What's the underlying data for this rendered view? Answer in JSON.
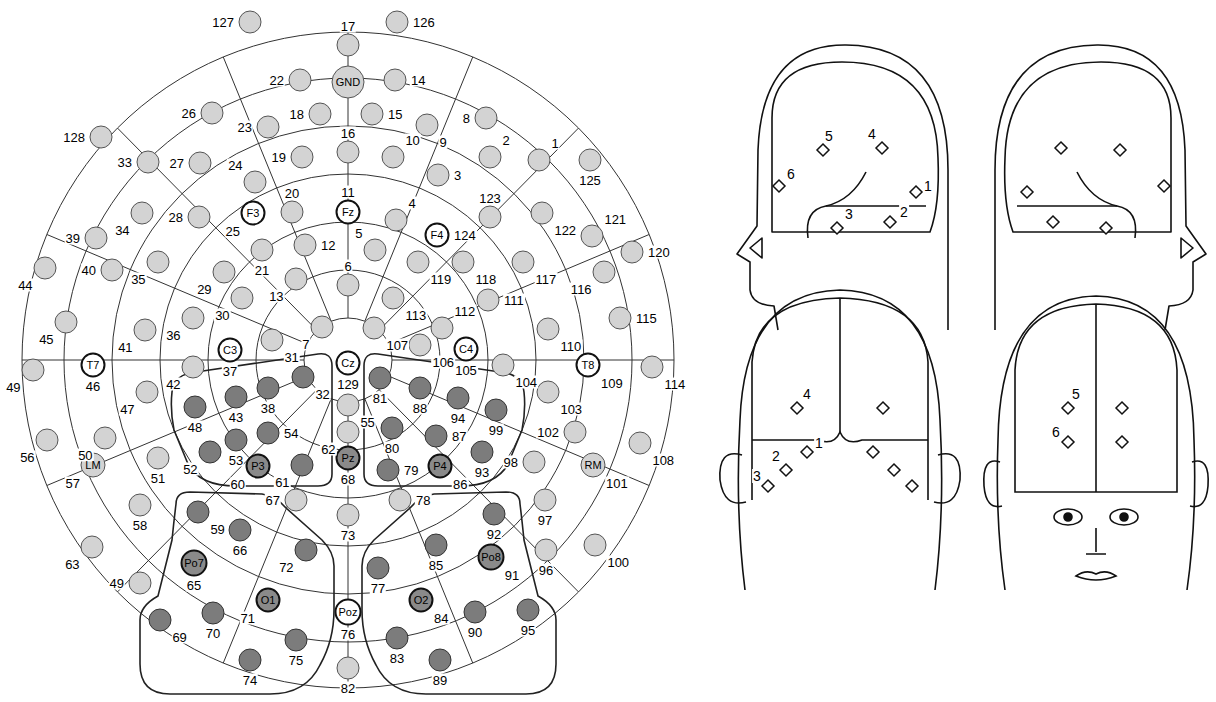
{
  "diagram": {
    "nodes": [
      {
        "text": [
          "127"
        ]
      },
      {
        "text": [
          "17"
        ]
      },
      {
        "text": [
          "126"
        ]
      },
      {
        "text": [
          "22"
        ]
      },
      {
        "text": [
          "GND"
        ]
      },
      {
        "text": [
          "14"
        ]
      },
      {
        "text": [
          "26"
        ]
      },
      {
        "text": [
          "18"
        ]
      },
      {
        "text": [
          "15"
        ]
      },
      {
        "text": [
          "8"
        ]
      },
      {
        "text": [
          "9"
        ]
      },
      {
        "text": [
          "23"
        ]
      },
      {
        "text": [
          "128"
        ]
      },
      {
        "text": [
          "16"
        ]
      },
      {
        "text": [
          "19"
        ]
      },
      {
        "text": [
          "10"
        ]
      },
      {
        "text": [
          "2"
        ]
      },
      {
        "text": [
          "1"
        ]
      },
      {
        "text": [
          "125"
        ]
      },
      {
        "text": [
          "33"
        ]
      },
      {
        "text": [
          "27"
        ]
      },
      {
        "text": [
          "3"
        ]
      },
      {
        "text": [
          "24"
        ]
      },
      {
        "text": [
          "11",
          "Fz"
        ]
      },
      {
        "text": [
          "20"
        ]
      },
      {
        "text": [
          "4"
        ]
      },
      {
        "text": [
          "25",
          "F3"
        ]
      },
      {
        "text": [
          "34"
        ]
      },
      {
        "text": [
          "28"
        ]
      },
      {
        "text": [
          "123"
        ]
      },
      {
        "text": [
          "122"
        ]
      },
      {
        "text": [
          "124",
          "F4"
        ]
      },
      {
        "text": [
          "121"
        ]
      },
      {
        "text": [
          "39"
        ]
      },
      {
        "text": [
          "12"
        ]
      },
      {
        "text": [
          "21"
        ]
      },
      {
        "text": [
          "5"
        ]
      },
      {
        "text": [
          "120"
        ]
      },
      {
        "text": [
          "119"
        ]
      },
      {
        "text": [
          "118"
        ]
      },
      {
        "text": [
          "117"
        ]
      },
      {
        "text": [
          "35"
        ]
      },
      {
        "text": [
          "44"
        ]
      },
      {
        "text": [
          "29"
        ]
      },
      {
        "text": [
          "40"
        ]
      },
      {
        "text": [
          "116"
        ]
      },
      {
        "text": [
          "13"
        ]
      },
      {
        "text": [
          "6"
        ]
      },
      {
        "text": [
          "113"
        ]
      },
      {
        "text": [
          "30"
        ]
      },
      {
        "text": [
          "111"
        ]
      },
      {
        "text": [
          "36"
        ]
      },
      {
        "text": [
          "115"
        ]
      },
      {
        "text": [
          "45"
        ]
      },
      {
        "text": [
          "7"
        ]
      },
      {
        "text": [
          "107"
        ]
      },
      {
        "text": [
          "112"
        ]
      },
      {
        "text": [
          "41"
        ]
      },
      {
        "text": [
          "110"
        ]
      },
      {
        "text": [
          "31"
        ]
      },
      {
        "text": [
          "106"
        ]
      },
      {
        "text": [
          "105",
          "C4"
        ]
      },
      {
        "text": [
          "37",
          "C3"
        ]
      },
      {
        "text": [
          "129",
          "Cz"
        ]
      },
      {
        "text": [
          "46",
          "T7"
        ]
      },
      {
        "text": [
          "104"
        ]
      },
      {
        "text": [
          "109",
          "T8"
        ]
      },
      {
        "text": [
          "114"
        ]
      },
      {
        "text": [
          "42"
        ]
      },
      {
        "text": [
          "49"
        ]
      },
      {
        "text": [
          "81"
        ]
      },
      {
        "text": [
          "32"
        ]
      },
      {
        "text": [
          "88"
        ]
      },
      {
        "text": [
          "38"
        ]
      },
      {
        "text": [
          "47"
        ]
      },
      {
        "text": [
          "103"
        ]
      },
      {
        "text": [
          "43"
        ]
      },
      {
        "text": [
          "94"
        ]
      },
      {
        "text": [
          "55"
        ]
      },
      {
        "text": [
          "48"
        ]
      },
      {
        "text": [
          "99"
        ]
      },
      {
        "text": [
          "80"
        ]
      },
      {
        "text": [
          "62"
        ]
      },
      {
        "text": [
          "54"
        ]
      },
      {
        "text": [
          "102"
        ]
      },
      {
        "text": [
          "87"
        ]
      },
      {
        "text": [
          "50"
        ]
      },
      {
        "text": [
          "56"
        ]
      },
      {
        "text": [
          "53"
        ]
      },
      {
        "text": [
          "108"
        ]
      },
      {
        "text": [
          "52"
        ]
      },
      {
        "text": [
          "93"
        ]
      },
      {
        "text": [
          "51"
        ]
      },
      {
        "text": [
          "68",
          "Pz"
        ]
      },
      {
        "text": [
          "98"
        ]
      },
      {
        "text": [
          "60",
          "P3"
        ]
      },
      {
        "text": [
          "61"
        ]
      },
      {
        "text": [
          "86",
          "P4"
        ]
      },
      {
        "text": [
          "57",
          "LM"
        ]
      },
      {
        "text": [
          "101",
          "RM"
        ]
      },
      {
        "text": [
          "79"
        ]
      },
      {
        "text": [
          "67"
        ]
      },
      {
        "text": [
          "78"
        ]
      },
      {
        "text": [
          "97"
        ]
      },
      {
        "text": [
          "58"
        ]
      },
      {
        "text": [
          "59"
        ]
      },
      {
        "text": [
          "92"
        ]
      },
      {
        "text": [
          "73"
        ]
      },
      {
        "text": [
          "66"
        ]
      },
      {
        "text": [
          "85"
        ]
      },
      {
        "text": [
          "100"
        ]
      },
      {
        "text": [
          "63"
        ]
      },
      {
        "text": [
          "72"
        ]
      },
      {
        "text": [
          "96"
        ]
      },
      {
        "text": [
          "91",
          "Po8"
        ]
      },
      {
        "text": [
          "65",
          "Po7"
        ]
      },
      {
        "text": [
          "77"
        ]
      },
      {
        "text": [
          "49"
        ]
      },
      {
        "text": [
          "71",
          "O1"
        ]
      },
      {
        "text": [
          "84",
          "O2"
        ]
      },
      {
        "text": [
          "70"
        ]
      },
      {
        "text": [
          "90"
        ]
      },
      {
        "text": [
          "95"
        ]
      },
      {
        "text": [
          "76",
          "Poz"
        ]
      },
      {
        "text": [
          "69"
        ]
      },
      {
        "text": [
          "83"
        ]
      },
      {
        "text": [
          "75"
        ]
      },
      {
        "text": [
          "74"
        ]
      },
      {
        "text": [
          "89"
        ]
      },
      {
        "text": [
          "82"
        ]
      }
    ],
    "labels": [
      "5",
      "4",
      "6",
      "1",
      "2",
      "3",
      "4",
      "1",
      "2",
      "3",
      "5",
      "6"
    ]
  }
}
